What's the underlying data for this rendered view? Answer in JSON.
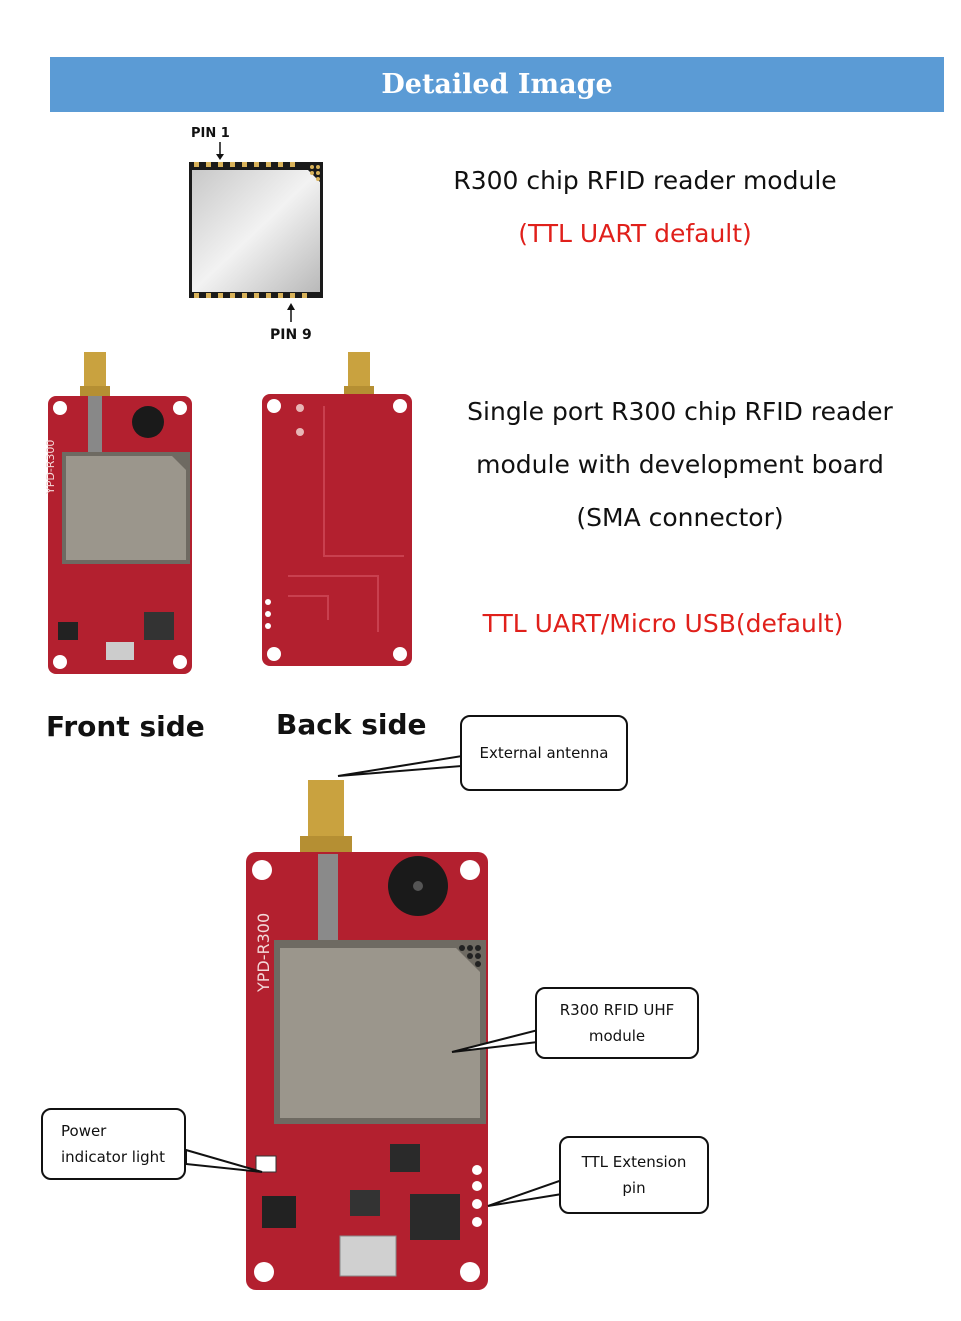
{
  "banner": {
    "title": "Detailed Image"
  },
  "chip_module": {
    "pin1_label": "PIN 1",
    "pin9_label": "PIN 9",
    "description": "R300 chip RFID reader module",
    "interface": "(TTL UART default)"
  },
  "dev_board": {
    "description_line1": "Single port R300 chip RFID reader",
    "description_line2": "module with development board",
    "description_line3": "(SMA connector)",
    "interface": "TTL UART/Micro USB(default)",
    "front_label": "Front side",
    "back_label": "Back side",
    "silkscreen": "YPD-R300"
  },
  "callouts": {
    "antenna": "External antenna",
    "module_line1": "R300 RFID UHF",
    "module_line2": "module",
    "power_line1": "Power",
    "power_line2": "indicator light",
    "ttl_line1": "TTL Extension",
    "ttl_line2": "pin"
  },
  "colors": {
    "banner": "#5b9bd5",
    "pcb": "#b3202f",
    "accent_red": "#e0201b"
  }
}
